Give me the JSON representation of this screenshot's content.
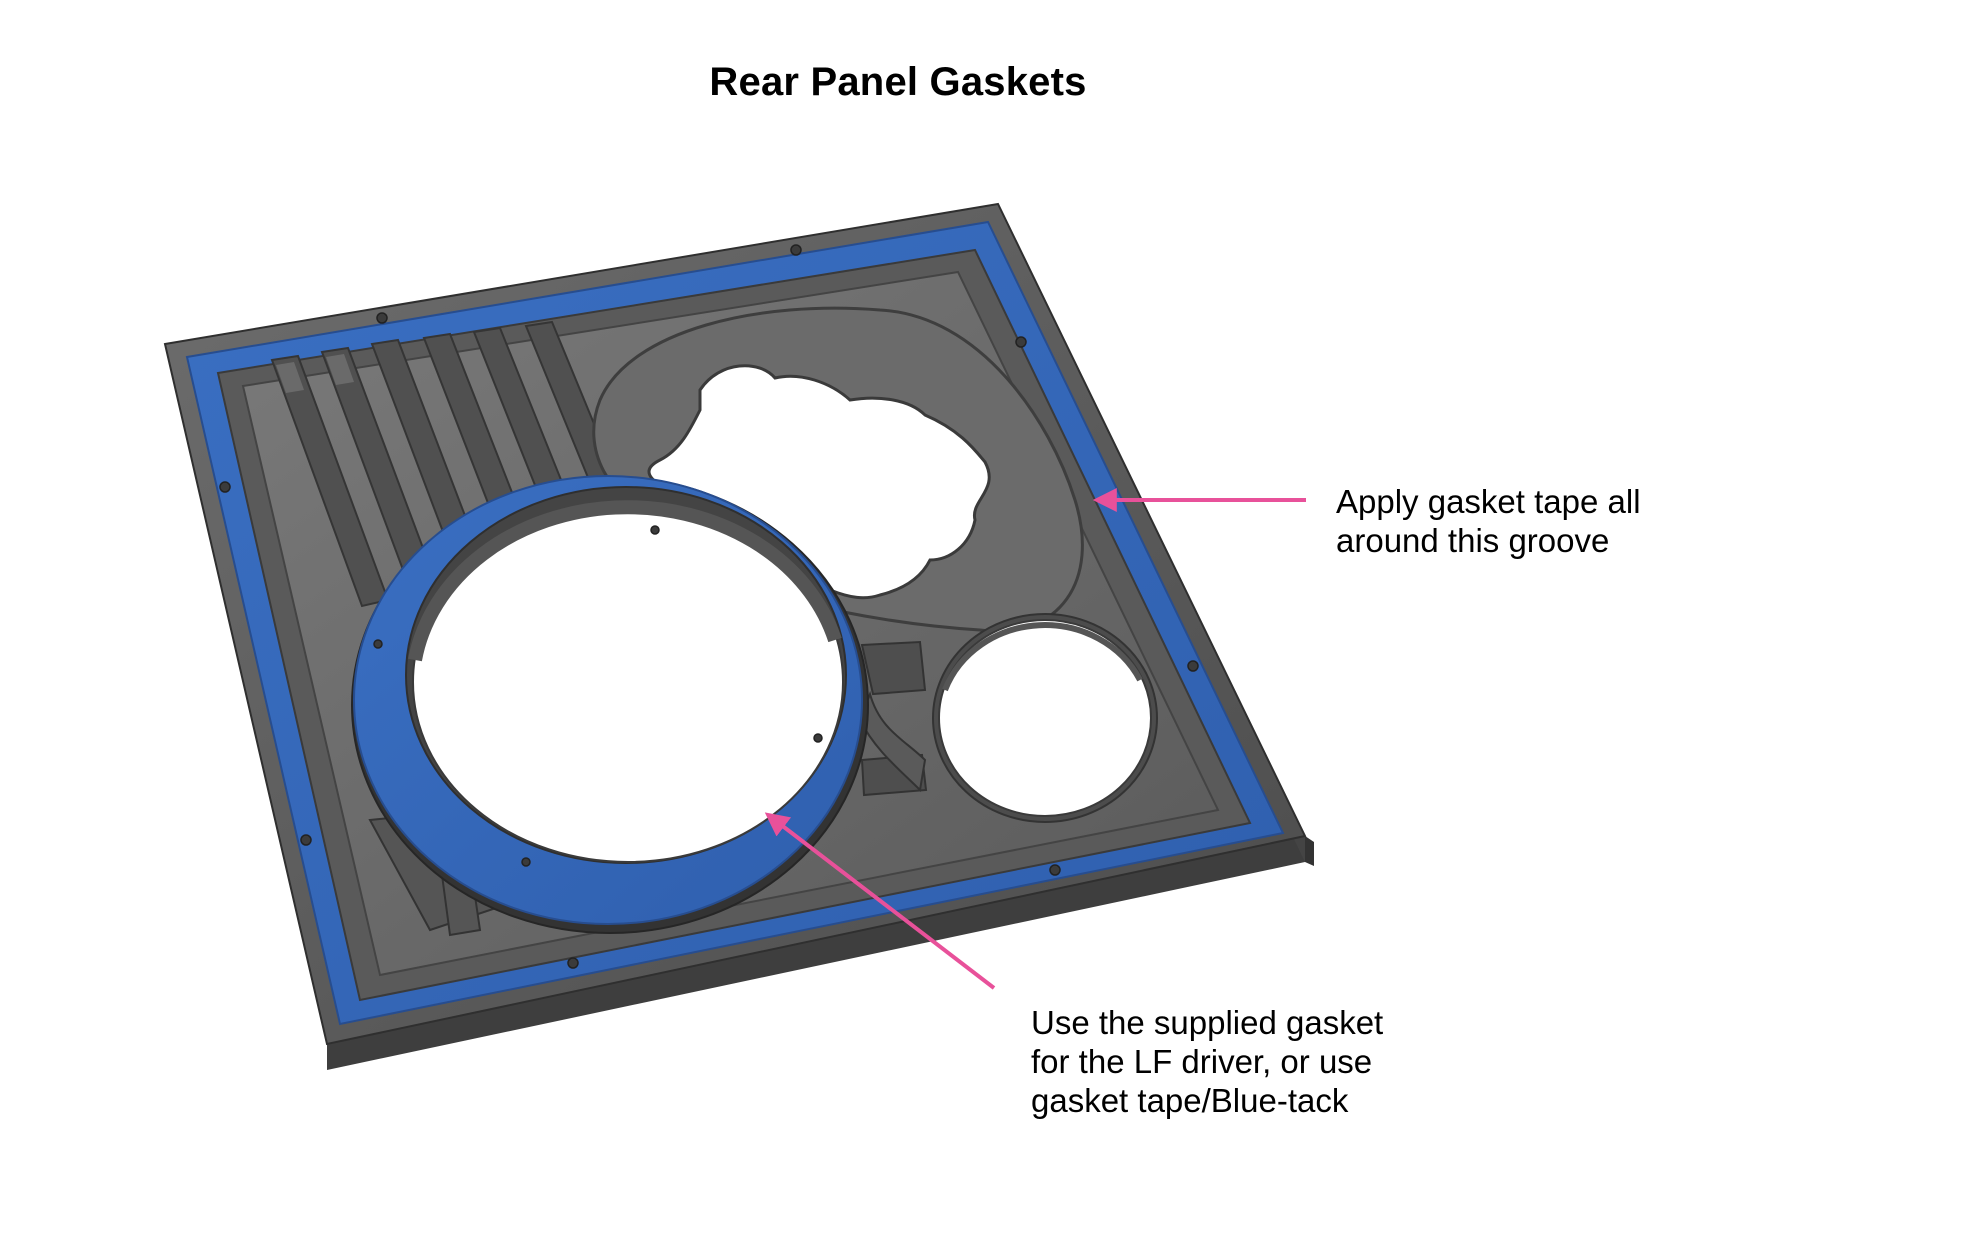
{
  "title": "Rear Panel Gaskets",
  "callouts": {
    "groove": {
      "lines": [
        "Apply gasket tape all",
        "around this groove"
      ]
    },
    "driver": {
      "lines": [
        "Use the supplied gasket",
        "for the LF driver, or use",
        "gasket tape/Blue-tack"
      ]
    }
  },
  "colors": {
    "gasket_blue": "#3567b8",
    "panel_grey": "#5e5e5e",
    "arrow_pink": "#e8519a"
  }
}
